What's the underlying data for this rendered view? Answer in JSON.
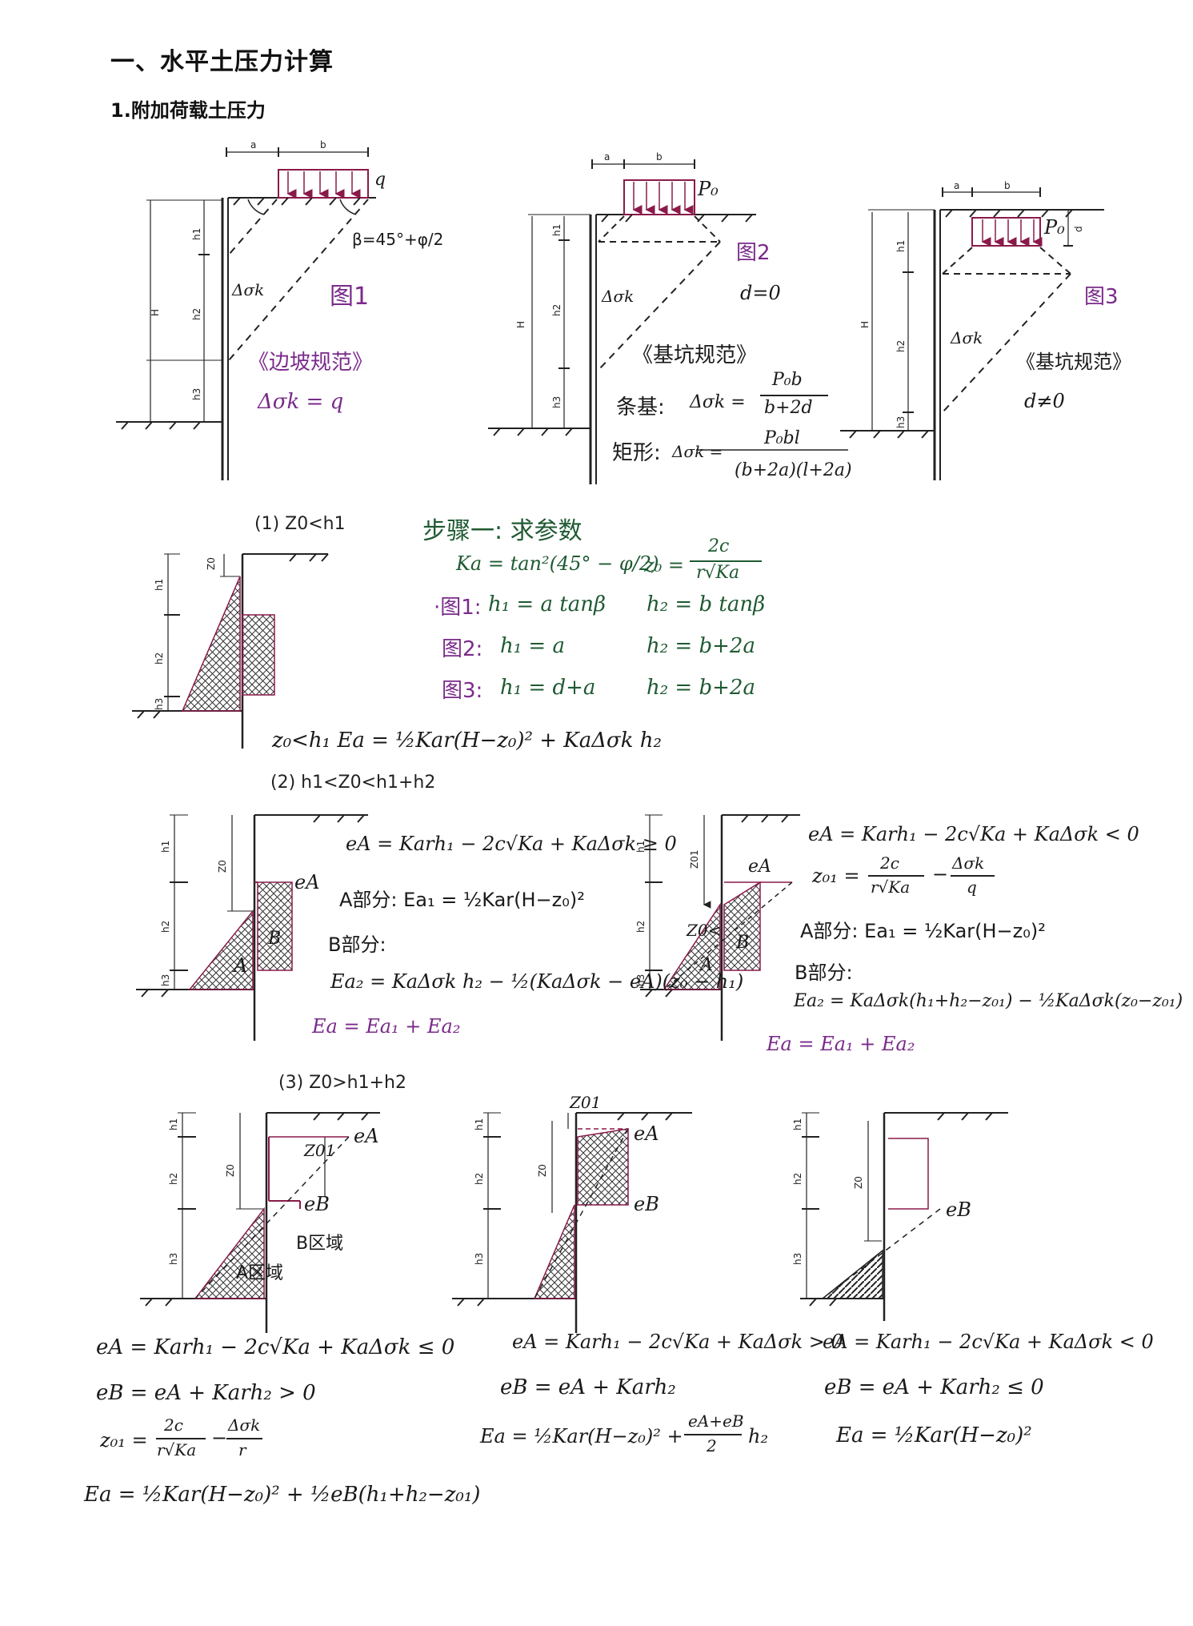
{
  "section_title": "一、水平土压力计算",
  "subsection_title": "1.附加荷载土压力",
  "fig1": {
    "dim_a": "a",
    "dim_b": "b",
    "load": "q",
    "h1": "h1",
    "h2": "h2",
    "h3": "h3",
    "H": "H",
    "beta_note": "β=45°+φ/2",
    "dsig": "Δσk",
    "caption": "图1",
    "code": "《边坡规范》",
    "formula": "Δσk = q"
  },
  "fig2": {
    "dim_a": "a",
    "dim_b": "b",
    "load": "P₀",
    "h1": "h1",
    "h2": "h2",
    "h3": "h3",
    "H": "H",
    "dsig": "Δσk",
    "caption": "图2",
    "d_note": "d=0",
    "code": "《基坑规范》",
    "strip_label": "条基:",
    "strip_lhs": "Δσk =",
    "strip_num": "P₀b",
    "strip_den": "b+2d",
    "rect_label": "矩形:",
    "rect_lhs": "Δσk =",
    "rect_num": "P₀bl",
    "rect_den": "(b+2a)(l+2a)"
  },
  "fig3": {
    "dim_a": "a",
    "dim_b": "b",
    "load": "P₀",
    "d": "d",
    "h1": "h1",
    "h2": "h2",
    "h3": "h3",
    "H": "H",
    "dsig": "Δσk",
    "caption": "图3",
    "d_note": "d≠0",
    "code": "《基坑规范》"
  },
  "step1": {
    "title": "步骤一: 求参数",
    "ka": "Ka = tan²(45° − φ/2)",
    "z0_lhs": "z₀ =",
    "z0_num": "2c",
    "z0_den": "r√Ka",
    "r1_label": "·图1:",
    "r1_h1": "h₁ = a tanβ",
    "r1_h2": "h₂ = b tanβ",
    "r2_label": "图2:",
    "r2_h1": "h₁ = a",
    "r2_h2": "h₂ = b+2a",
    "r3_label": "图3:",
    "r3_h1": "h₁ = d+a",
    "r3_h2": "h₂ = b+2a"
  },
  "case1": {
    "title": "(1) Z0<h1",
    "z0": "Z0",
    "h1": "h1",
    "h2": "h2",
    "h3": "h3",
    "formula": "z₀<h₁   Ea = ½Kar(H−z₀)² + KaΔσk h₂"
  },
  "case2": {
    "title": "(2) h1<Z0<h1+h2",
    "left": {
      "z0": "Z0",
      "h1": "h1",
      "h2": "h2",
      "h3": "h3",
      "eA": "eA",
      "A": "A",
      "B": "B",
      "f1": "eA = Karh₁ − 2c√Ka + KaΔσk ≥ 0",
      "f2": "A部分: Ea₁ = ½Kar(H−z₀)²",
      "f3": "B部分:",
      "f4": "Ea₂ = KaΔσk h₂ − ½(KaΔσk − eA)(z₀ − h₁)",
      "f5": "Ea = Ea₁ + Ea₂"
    },
    "right": {
      "z0": "Z0",
      "z01": "Z01",
      "z0_mark": "Z0<",
      "h1": "h1",
      "h2": "h2",
      "h3": "h3",
      "eA": "eA",
      "A": "A",
      "B": "B",
      "f1": "eA = Karh₁ − 2c√Ka + KaΔσk < 0",
      "f2_lhs": "z₀₁ =",
      "f2_num1": "2c",
      "f2_den1": "r√Ka",
      "f2_minus": "−",
      "f2_num2": "Δσk",
      "f2_den2": "q",
      "f3": "A部分: Ea₁ = ½Kar(H−z₀)²",
      "f4": "B部分:",
      "f5": "Ea₂ = KaΔσk(h₁+h₂−z₀₁) − ½KaΔσk(z₀−z₀₁)",
      "f6": "Ea = Ea₁ + Ea₂"
    }
  },
  "case3": {
    "title": "(3) Z0>h1+h2",
    "a": {
      "z0": "Z0",
      "z01": "Z01",
      "h1": "h1",
      "h2": "h2",
      "h3": "h3",
      "eA": "eA",
      "eB": "eB",
      "b_zone": "B区域",
      "a_zone": "A区域",
      "f1": "eA = Karh₁ − 2c√Ka + KaΔσk ≤ 0",
      "f2": "eB = eA + Karh₂ > 0",
      "f3_lhs": "z₀₁ =",
      "f3_num1": "2c",
      "f3_den1": "r√Ka",
      "f3_minus": "−",
      "f3_num2": "Δσk",
      "f3_den2": "r",
      "f4": "Ea = ½Kar(H−z₀)² + ½eB(h₁+h₂−z₀₁)"
    },
    "b": {
      "z0": "Z0",
      "z01": "Z01",
      "h1": "h1",
      "h2": "h2",
      "h3": "h3",
      "eA": "eA",
      "eB": "eB",
      "f1": "eA = Karh₁ − 2c√Ka + KaΔσk > 0",
      "f2": "eB = eA + Karh₂",
      "f3_lhs": "Ea = ½Kar(H−z₀)² +",
      "f3_num": "eA+eB",
      "f3_den": "2",
      "f3_tail": "h₂"
    },
    "c": {
      "z0": "Z0",
      "h1": "h1",
      "h2": "h2",
      "h3": "h3",
      "eB": "eB",
      "f1": "eA = Karh₁ − 2c√Ka + KaΔσk < 0",
      "f2": "eB = eA + Karh₂ ≤ 0",
      "f3": "Ea = ½Kar(H−z₀)²"
    }
  }
}
